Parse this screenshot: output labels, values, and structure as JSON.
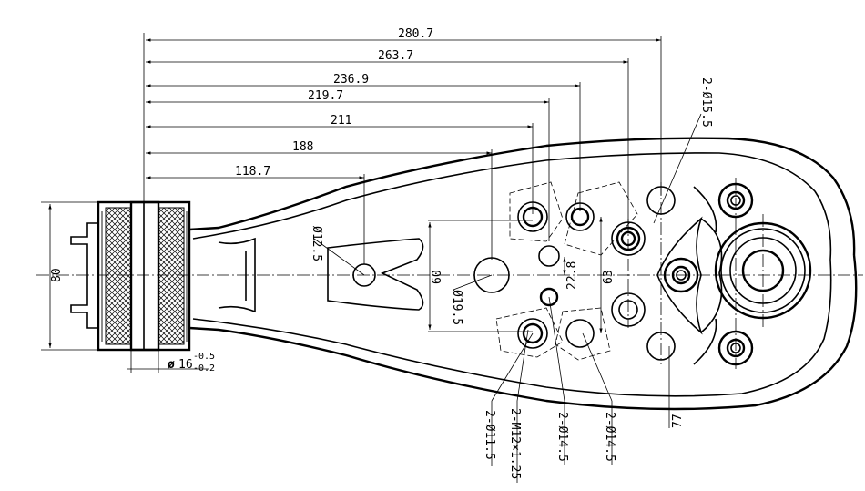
{
  "drawing": {
    "dims_horizontal": [
      {
        "label": "280.7"
      },
      {
        "label": "263.7"
      },
      {
        "label": "236.9"
      },
      {
        "label": "219.7"
      },
      {
        "label": "211"
      },
      {
        "label": "188"
      },
      {
        "label": "118.7"
      }
    ],
    "dims_vertical": {
      "overall_height": "80",
      "bolt_span_60": "60",
      "bolt_span_63": "63",
      "offset_22_8": "22.8",
      "offset_77": "77"
    },
    "hole_callouts": {
      "d12_5": "Ø12.5",
      "d19_5": "Ø19.5",
      "top_2_d15_5": "2-Ø15.5",
      "callout_2_d11_5": "2-Ø11.5",
      "callout_2_m12": "2-M12×1.25",
      "callout_2_d14_5_a": "2-Ø14.5",
      "callout_2_d14_5_b": "2-Ø14.5"
    },
    "bushing": {
      "symbol": "ø",
      "nominal": "16",
      "tol_upper": "-0.5",
      "tol_lower": "-0.2"
    }
  }
}
